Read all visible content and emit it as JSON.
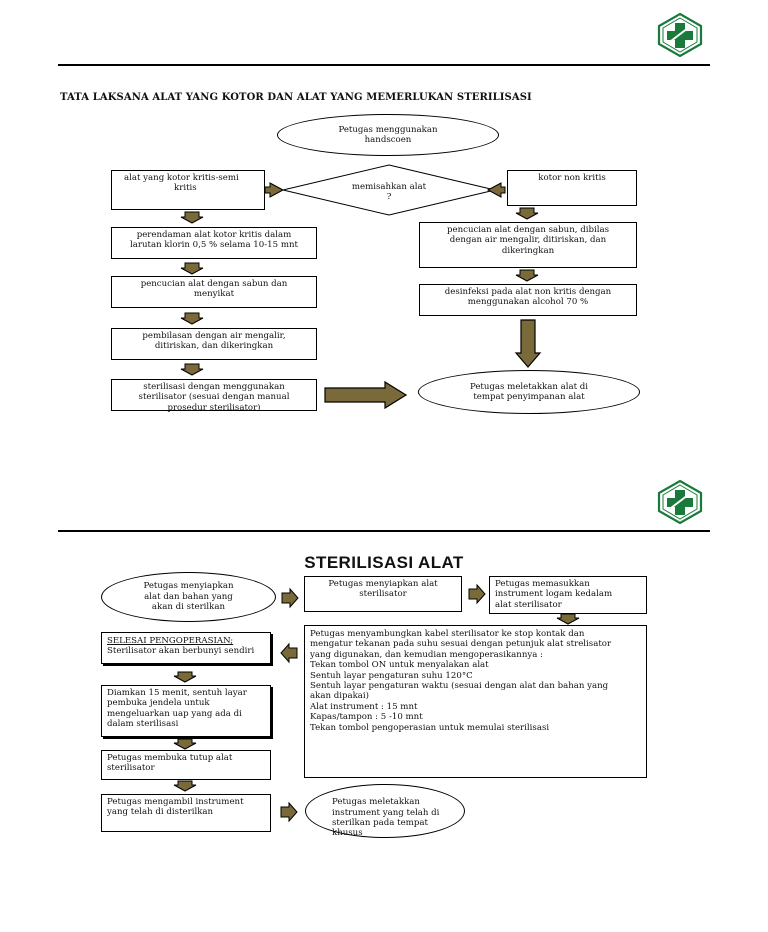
{
  "colors": {
    "logo_green": "#1a7a3c",
    "arrow_fill": "#7a6a3a",
    "line": "#000000"
  },
  "logo_icon": "green-cross-logo",
  "section1": {
    "title": "TATA LAKSANA ALAT YANG KOTOR DAN ALAT YANG MEMERLUKAN STERILISASI",
    "start": [
      "Petugas menggunakan",
      "handscoen"
    ],
    "decision": [
      "memisahkan alat",
      "?"
    ],
    "left_branch": {
      "header": [
        "alat yang kotor kritis-semi",
        "kritis"
      ],
      "steps": [
        [
          "perendaman alat kotor kritis dalam",
          "larutan klorin 0,5 % selama 10-15 mnt"
        ],
        [
          "pencucian alat dengan sabun dan",
          "menyikat"
        ],
        [
          "pembilasan dengan air mengalir,",
          "ditiriskan, dan dikeringkan"
        ],
        [
          "sterilisasi dengan menggunakan",
          "sterilisator (sesuai dengan manual",
          "prosedur sterilisator)"
        ]
      ]
    },
    "right_branch": {
      "header": [
        "kotor non kritis"
      ],
      "steps": [
        [
          "pencucian alat dengan sabun, dibilas",
          "dengan air mengalir, ditiriskan, dan",
          "dikeringkan"
        ],
        [
          "desinfeksi pada alat non kritis dengan",
          "menggunakan alcohol 70 %"
        ]
      ]
    },
    "end": [
      "Petugas meletakkan alat di",
      "tempat penyimpanan alat"
    ]
  },
  "section2": {
    "title": "STERILISASI ALAT",
    "start": [
      "Petugas menyiapkan",
      "alat dan bahan yang",
      "akan di sterilkan"
    ],
    "step_prepare": [
      "Petugas menyiapkan alat",
      "sterilisator"
    ],
    "step_insert": [
      "Petugas memasukkan",
      "instrument logam kedalam",
      "alat sterilisator"
    ],
    "step_operate": [
      "Petugas menyambungkan kabel sterilisator ke stop kontak dan",
      "mengatur tekanan pada suhu sesuai dengan petunjuk alat strelisator",
      "yang digunakan, dan kemudian mengoperasikannya :",
      "Tekan tombol ON untuk menyalakan alat",
      "Sentuh layar pengaturan suhu 120°C",
      "Sentuh layar pengaturan waktu (sesuai dengan alat dan bahan yang",
      "akan dipakai)",
      "Alat instrument : 15 mnt",
      "Kapas/tampon : 5 -10 mnt",
      "Tekan tombol pengoperasian untuk memulai sterilisasi"
    ],
    "step_finish": [
      "SELESAI PENGOPERASIAN;",
      "Sterilisator akan berbunyi sendiri"
    ],
    "step_wait": [
      "Diamkan 15 menit, sentuh layar",
      "pembuka jendela untuk",
      "mengeluarkan uap yang ada di",
      "dalam sterilisasi"
    ],
    "step_open": [
      "Petugas membuka tutup alat",
      "sterilisator"
    ],
    "step_take": [
      "Petugas mengambil instrument",
      "yang telah di disterilkan"
    ],
    "end": [
      "Petugas meletakkan",
      "instrument yang telah di",
      "sterilkan pada tempat",
      "khusus"
    ]
  }
}
